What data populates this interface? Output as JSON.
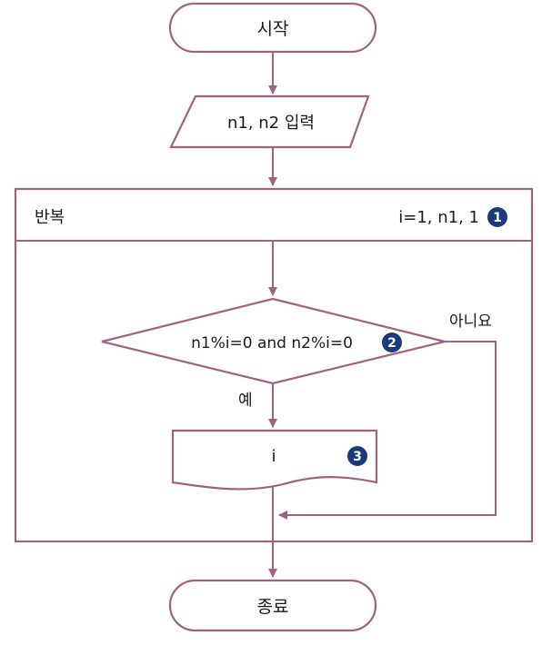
{
  "flowchart": {
    "start_label": "시작",
    "input_label": "n1, n2 입력",
    "loop": {
      "label": "반복",
      "range_label": "i=1, n1, 1",
      "range_badge": "1"
    },
    "condition": {
      "label": "n1%i=0 and n2%i=0",
      "badge": "2",
      "yes_label": "예",
      "no_label": "아니요"
    },
    "output": {
      "label": "i",
      "badge": "3"
    },
    "end_label": "종료"
  },
  "colors": {
    "stroke": "#a0627f",
    "badge": "#1b3a7a"
  }
}
